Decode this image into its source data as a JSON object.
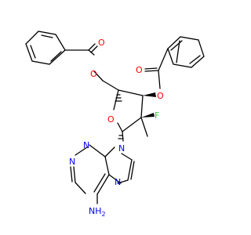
{
  "molecule": {
    "colors": {
      "carbon": "#000000",
      "oxygen": "#ff0000",
      "nitrogen": "#0000ff",
      "fluorine": "#33cc33",
      "background": "#ffffff"
    },
    "labels": {
      "ester_o_left_carbonyl": "O",
      "ester_o_left_link": "O",
      "ester_o_right_carbonyl": "O",
      "ester_o_right_link": "O",
      "ring_o": "O",
      "fluorine": "F",
      "n9": "N",
      "n3": "N",
      "n1": "N",
      "n7": "N",
      "amine_n": "NH",
      "amine_h_sub": "2"
    }
  }
}
